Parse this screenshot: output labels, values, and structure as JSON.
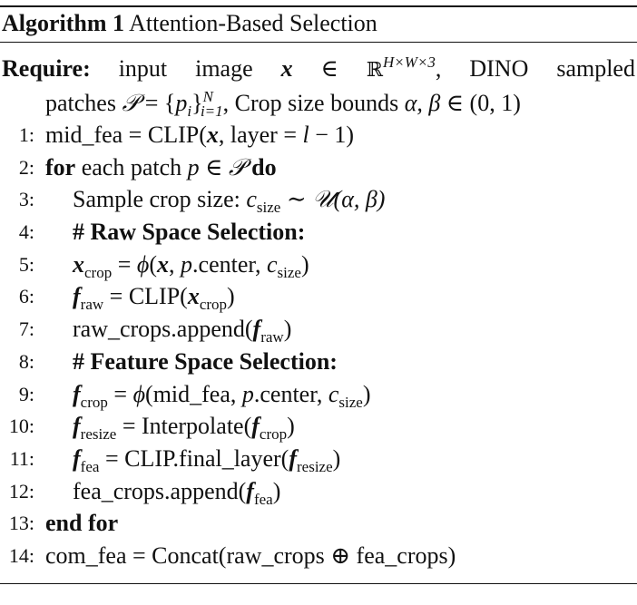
{
  "caption": {
    "label": "Algorithm 1",
    "title": "Attention-Based Selection"
  },
  "require": {
    "keyword": "Require:",
    "w1": "input",
    "w2": "image",
    "x": "x",
    "in": "∈",
    "bbR": "ℝ",
    "dims": "H×W×3",
    "comma1": ",",
    "dino": "DINO",
    "sampled": "sampled",
    "patches": "patches",
    "P": "𝒫",
    "eq": " = {",
    "pi": "p",
    "i": "i",
    "close": "}",
    "N": "N",
    "irange": "i=1",
    "comma2": ", Crop size bounds ",
    "ab": "α, β",
    "in2": " ∈ (0, 1)"
  },
  "lines": [
    {
      "num": "1:",
      "parts": [
        "mid_fea = CLIP(",
        "x",
        ", layer = ",
        "l",
        " − 1)"
      ]
    },
    {
      "num": "2:",
      "kw1": "for",
      "mid": " each patch ",
      "p": "p",
      "in": " ∈ ",
      "P": "𝒫",
      "kw2": " do"
    },
    {
      "num": "3:",
      "text": "Sample crop size: ",
      "c": "c",
      "sub": "size",
      "rest": " ∼ ",
      "U": "𝒰",
      "args": "(α, β)"
    },
    {
      "num": "4:",
      "comment": "# Raw Space Selection:"
    },
    {
      "num": "5:",
      "x": "x",
      "sub": "crop",
      "eq": " = ",
      "phi": "ϕ",
      "open": "(",
      "x2": "x",
      "mid": ", ",
      "p": "p",
      "center": ".center, ",
      "c": "c",
      "sub2": "size",
      "close": ")"
    },
    {
      "num": "6:",
      "f": "f",
      "sub": "raw",
      "eq": " = CLIP(",
      "x": "x",
      "sub2": "crop",
      "close": ")"
    },
    {
      "num": "7:",
      "text": "raw_crops.append(",
      "f": "f",
      "sub": "raw",
      "close": ")"
    },
    {
      "num": "8:",
      "comment": "# Feature Space Selection:"
    },
    {
      "num": "9:",
      "f": "f",
      "sub": "crop",
      "eq": " = ",
      "phi": "ϕ",
      "open": "(mid_fea, ",
      "p": "p",
      "center": ".center, ",
      "c": "c",
      "sub2": "size",
      "close": ")"
    },
    {
      "num": "10:",
      "f": "f",
      "sub": "resize",
      "eq": " = Interpolate(",
      "f2": "f",
      "sub2": "crop",
      "close": ")"
    },
    {
      "num": "11:",
      "f": "f",
      "sub": "fea",
      "eq": " = CLIP.final_layer(",
      "f2": "f",
      "sub2": "resize",
      "close": ")"
    },
    {
      "num": "12:",
      "text": "fea_crops.append(",
      "f": "f",
      "sub": "fea",
      "close": ")"
    },
    {
      "num": "13:",
      "kw": "end for"
    },
    {
      "num": "14:",
      "text": "com_fea = Concat(raw_crops ⊕ fea_crops)"
    }
  ]
}
